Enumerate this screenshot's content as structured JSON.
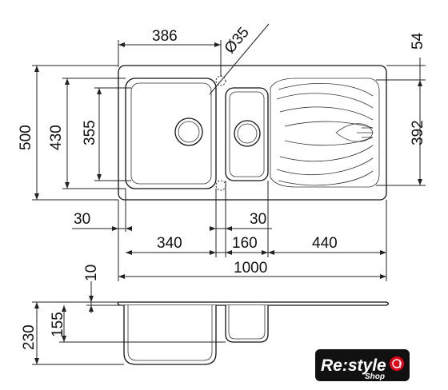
{
  "dimensions": {
    "width_left_bowl_center": "386",
    "drain_diameter": "Ø35",
    "edge_offset_top": "54",
    "overall_depth": "500",
    "bowl_outer": "430",
    "bowl_inner": "355",
    "drainer_depth": "392",
    "gap_left": "30",
    "gap_right": "30",
    "big_bowl_width": "340",
    "small_bowl_width": "160",
    "drainer_width": "440",
    "overall_width": "1000",
    "rim_thickness": "10",
    "bowl_height": "155",
    "total_height": "230"
  },
  "logo": {
    "brand": "Re:style",
    "sub": "Shop",
    "colors": {
      "bg": "#111111",
      "accent": "#e2001a",
      "text": "#ffffff"
    }
  }
}
